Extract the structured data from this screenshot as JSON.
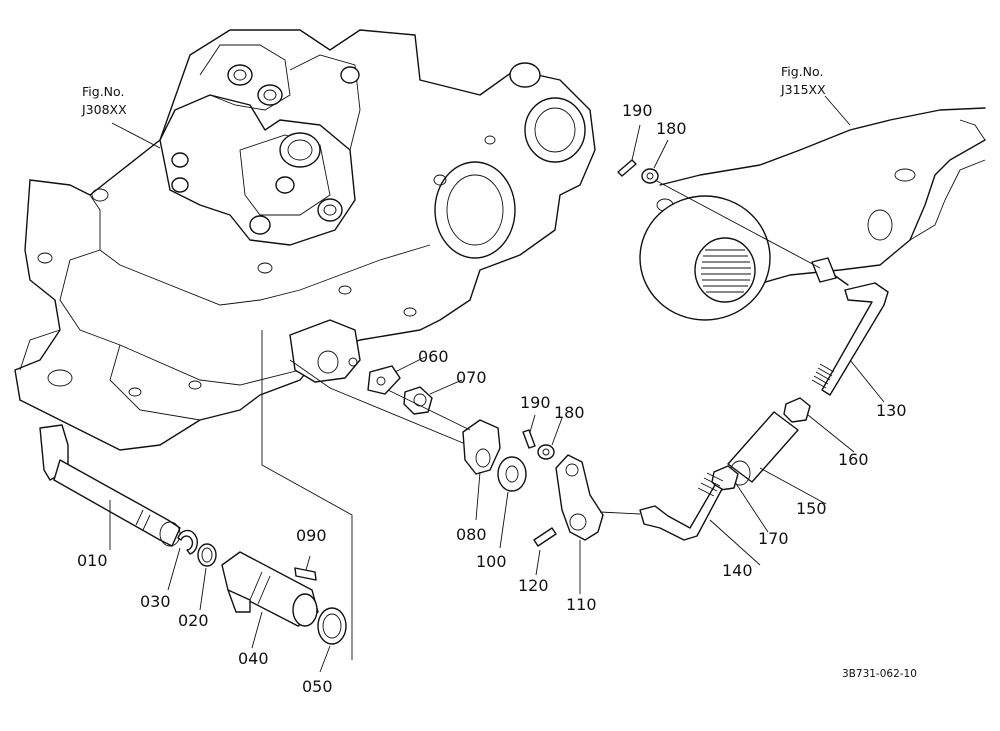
{
  "figure_references": [
    {
      "id": "left",
      "line1": "Fig.No.",
      "line2": "J308XX"
    },
    {
      "id": "right",
      "line1": "Fig.No.",
      "line2": "J315XX"
    }
  ],
  "part_callouts": [
    {
      "id": "p190a",
      "label": "190"
    },
    {
      "id": "p180a",
      "label": "180"
    },
    {
      "id": "p060",
      "label": "060"
    },
    {
      "id": "p070",
      "label": "070"
    },
    {
      "id": "p190b",
      "label": "190"
    },
    {
      "id": "p180b",
      "label": "180"
    },
    {
      "id": "p130",
      "label": "130"
    },
    {
      "id": "p160",
      "label": "160"
    },
    {
      "id": "p150",
      "label": "150"
    },
    {
      "id": "p170",
      "label": "170"
    },
    {
      "id": "p140",
      "label": "140"
    },
    {
      "id": "p080",
      "label": "080"
    },
    {
      "id": "p100",
      "label": "100"
    },
    {
      "id": "p120",
      "label": "120"
    },
    {
      "id": "p110",
      "label": "110"
    },
    {
      "id": "p090",
      "label": "090"
    },
    {
      "id": "p010",
      "label": "010"
    },
    {
      "id": "p030",
      "label": "030"
    },
    {
      "id": "p020",
      "label": "020"
    },
    {
      "id": "p040",
      "label": "040"
    },
    {
      "id": "p050",
      "label": "050"
    }
  ],
  "drawing_code": "3B731-062-10"
}
